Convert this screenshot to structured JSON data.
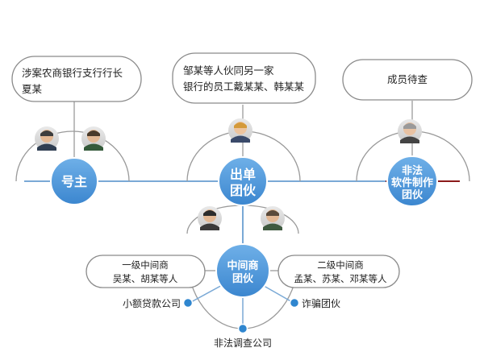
{
  "boxes": {
    "left_line1": "涉案农商银行支行行长",
    "left_line2": "夏某",
    "middle_line1": "邹某等人伙同另一家",
    "middle_line2": "银行的员工戴某某、韩某某",
    "right_line1": "成员待查",
    "mid_left_line1": "一级中间商",
    "mid_left_line2": "吴某、胡某等人",
    "mid_right_line1": "二级中间商",
    "mid_right_line2": "孟某、苏某、邓某等人"
  },
  "circles": {
    "haozhu": "号主",
    "chudan_line1": "出单",
    "chudan_line2": "团伙",
    "feifa_line1": "非法",
    "feifa_line2": "软件制作",
    "feifa_line3": "团伙",
    "zhongjian_line1": "中间商",
    "zhongjian_line2": "团伙"
  },
  "nodes": {
    "xiaoe": "小额贷款公司",
    "zhapian": "诈骗团伙",
    "diaocha": "非法调查公司"
  },
  "colors": {
    "primary_blue": "#5b9bd5",
    "dark_red": "#8b1a1a",
    "line_gray": "#8a8a8a"
  },
  "icons": [
    "person-avatar-icon",
    "person-avatar-icon",
    "person-avatar-icon",
    "person-avatar-icon",
    "person-avatar-icon",
    "person-avatar-icon"
  ]
}
